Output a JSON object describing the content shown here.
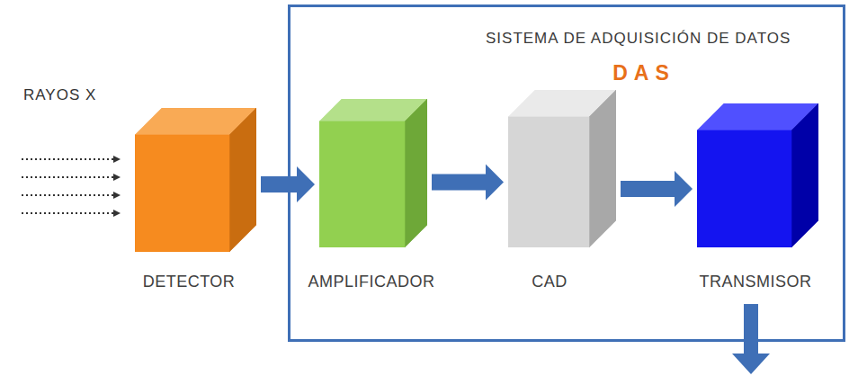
{
  "diagram": {
    "nodes": [
      {
        "text": [
          "DETECTOR"
        ]
      },
      {
        "text": [
          "SISTEMA DE ADQUISICIÓN DE DATOS",
          "DAS"
        ]
      },
      {
        "text": [
          "AMPLIFICADOR"
        ],
        "in": 1
      },
      {
        "text": [
          "CAD"
        ],
        "in": 1
      },
      {
        "text": [
          "TRANSMISOR"
        ],
        "in": 1
      }
    ],
    "edges": [
      {
        "from": 0,
        "to": 2,
        "arrow": "to"
      },
      {
        "from": 2,
        "to": 3,
        "arrow": "to"
      },
      {
        "from": 3,
        "to": 4,
        "arrow": "to"
      }
    ],
    "labels": [
      "RAYOS X"
    ]
  }
}
